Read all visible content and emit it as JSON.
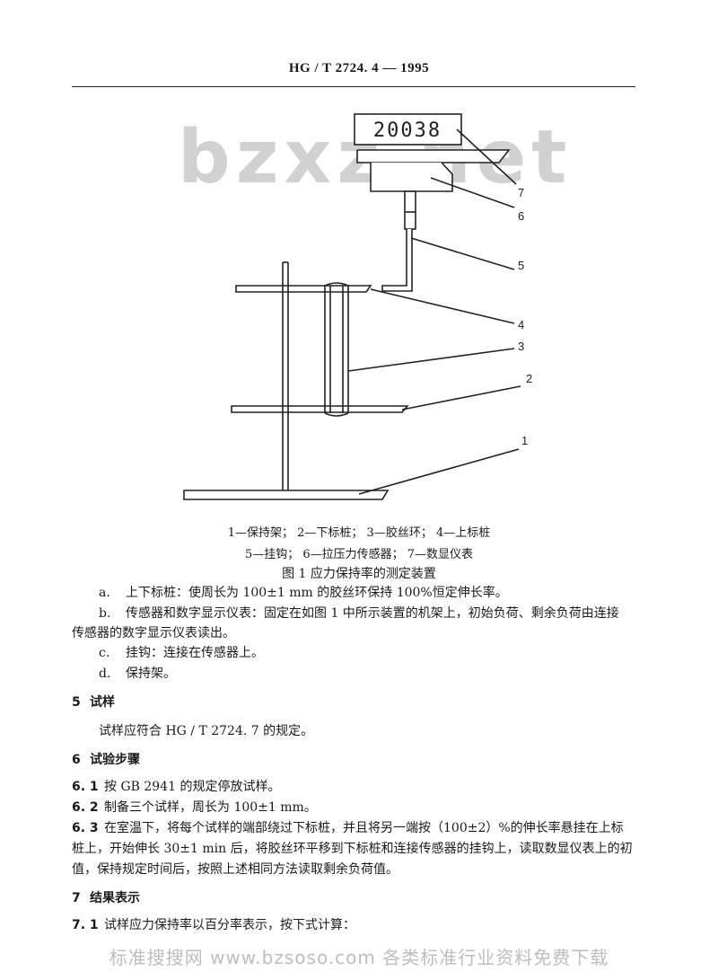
{
  "header": {
    "code": "HG / T  2724. 4 — 1995"
  },
  "watermark": {
    "text": "bzxz.net"
  },
  "figure": {
    "display_value": "20038",
    "callouts": [
      "7",
      "6",
      "5",
      "4",
      "3",
      "2",
      "1"
    ],
    "legend_line1": "1—保持架；  2—下标桩；  3—胶丝环；  4—上标桩",
    "legend_line2": "5—挂钩；  6—拉压力传感器；  7—数显仪表",
    "caption": "图 1    应力保持率的测定装置"
  },
  "items": {
    "a_marker": "a.",
    "a_text": "上下标桩：使周长为 100±1 mm 的胶丝环保持 100%恒定伸长率。",
    "b_marker": "b.",
    "b_text_1": "传感器和数字显示仪表：固定在如图 1 中所示装置的机架上，初始负荷、剩余负荷由连接",
    "b_text_2": "传感器的数字显示仪表读出。",
    "c_marker": "c.",
    "c_text": "挂钩：连接在传感器上。",
    "d_marker": "d.",
    "d_text": "保持架。"
  },
  "section5": {
    "number": "5",
    "title": "试样",
    "body": "试样应符合 HG / T  2724. 7 的规定。"
  },
  "section6": {
    "number": "6",
    "title": "试验步骤",
    "s61_num": "6. 1",
    "s61_text": "按 GB  2941 的规定停放试样。",
    "s62_num": "6. 2",
    "s62_text": "制备三个试样，周长为 100±1 mm。",
    "s63_num": "6. 3",
    "s63_text_1": "在室温下，将每个试样的端部绕过下标桩，并且将另一端按（100±2）%的伸长率悬挂在上标",
    "s63_text_2": "桩上，开始伸长 30±1 min 后，将胶丝环平移到下标桩和连接传感器的挂钩上，读取数显仪表上的初",
    "s63_text_3": "值，保持规定时间后，按照上述相同方法读取剩余负荷值。"
  },
  "section7": {
    "number": "7",
    "title": "结果表示",
    "s71_num": "7. 1",
    "s71_text": "试样应力保持率以百分率表示，按下式计算："
  },
  "footer": {
    "text": "标准搜搜网  www.bzsoso.com  各类标准行业资料免费下载"
  }
}
